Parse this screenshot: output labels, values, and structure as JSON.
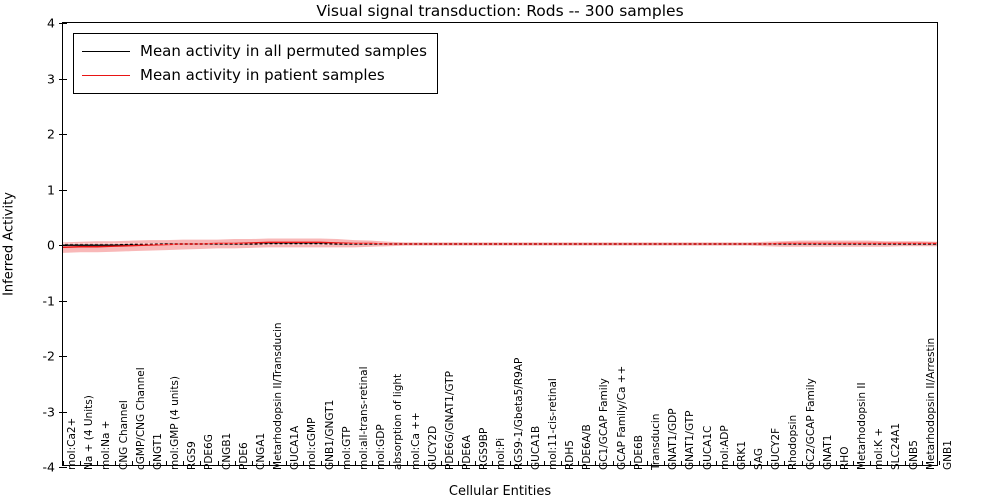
{
  "chart_data": {
    "type": "line",
    "title": "Visual signal transduction: Rods -- 300 samples",
    "xlabel": "Cellular Entities",
    "ylabel": "Inferred Activity",
    "ylim": [
      -4,
      4
    ],
    "yticks": [
      -4,
      -3,
      -2,
      -1,
      0,
      1,
      2,
      3,
      4
    ],
    "ytick_labels": [
      "-4",
      "-3",
      "-2",
      "-1",
      "0",
      "1",
      "2",
      "3",
      "4"
    ],
    "grid": false,
    "legend_position": "upper left",
    "legend": [
      {
        "label": "Mean activity in all permuted samples",
        "color": "#000000"
      },
      {
        "label": "Mean activity in patient samples",
        "color": "#e81414"
      }
    ],
    "categories": [
      "mol:Ca2+",
      "Na + (4 Units)",
      "mol:Na +",
      "CNG Channel",
      "cGMP/CNG Channel",
      "GNGT1",
      "mol:GMP (4 units)",
      "RGS9",
      "PDE6G",
      "CNGB1",
      "PDE6",
      "CNGA1",
      "Metarhodopsin II/Transducin",
      "GUCA1A",
      "mol:cGMP",
      "GNB1/GNGT1",
      "mol:GTP",
      "mol:all-trans-retinal",
      "mol:GDP",
      "absorption of light",
      "mol:Ca ++",
      "GUCY2D",
      "PDE6G/GNAT1/GTP",
      "PDE6A",
      "RGS9BP",
      "mol:Pi",
      "RGS9-1/Gbeta5/R9AP",
      "GUCA1B",
      "mol:11-cis-retinal",
      "RDH5",
      "PDE6A/B",
      "GC1/GCAP Family",
      "GCAP Family/Ca ++",
      "PDE6B",
      "Transducin",
      "GNAT1/GDP",
      "GNAT1/GTP",
      "GUCA1C",
      "mol:ADP",
      "GRK1",
      "SAG",
      "GUCY2F",
      "Rhodopsin",
      "GC2/GCAP Family",
      "GNAT1",
      "RHO",
      "Metarhodopsin II",
      "mol:K +",
      "SLC24A1",
      "GNB5",
      "Metarhodopsin II/Arrestin",
      "GNB1"
    ],
    "series": [
      {
        "name": "Mean activity in all permuted samples",
        "color": "#000000",
        "values": [
          -0.02,
          -0.02,
          -0.02,
          -0.02,
          -0.01,
          -0.01,
          0.0,
          0.0,
          0.0,
          0.0,
          0.0,
          0.0,
          0.01,
          0.01,
          0.01,
          0.01,
          0.0,
          0.0,
          0.0,
          0.0,
          0.0,
          0.0,
          0.0,
          0.0,
          0.0,
          0.0,
          0.0,
          0.0,
          0.0,
          0.0,
          0.0,
          0.0,
          0.0,
          0.0,
          0.0,
          0.0,
          0.0,
          0.0,
          0.0,
          0.0,
          0.0,
          0.0,
          0.0,
          0.0,
          0.0,
          0.0,
          0.0,
          0.0,
          0.0,
          0.0,
          0.0,
          0.0
        ]
      },
      {
        "name": "Mean activity in patient samples",
        "color": "#e81414",
        "values": [
          -0.06,
          -0.05,
          -0.05,
          -0.04,
          -0.03,
          -0.02,
          -0.01,
          0.0,
          0.0,
          0.01,
          0.01,
          0.02,
          0.03,
          0.03,
          0.03,
          0.03,
          0.02,
          0.01,
          0.01,
          0.0,
          0.0,
          0.0,
          0.0,
          0.0,
          0.0,
          0.0,
          0.0,
          0.0,
          0.0,
          0.0,
          0.0,
          0.0,
          0.0,
          0.0,
          0.0,
          0.0,
          0.0,
          0.0,
          0.0,
          0.0,
          0.0,
          0.0,
          0.01,
          0.01,
          0.01,
          0.01,
          0.01,
          0.01,
          0.01,
          0.01,
          0.01,
          0.01
        ],
        "band_upper": [
          0.03,
          0.04,
          0.05,
          0.05,
          0.06,
          0.07,
          0.07,
          0.08,
          0.08,
          0.08,
          0.09,
          0.09,
          0.1,
          0.1,
          0.1,
          0.1,
          0.09,
          0.07,
          0.06,
          0.04,
          0.03,
          0.03,
          0.03,
          0.03,
          0.03,
          0.03,
          0.03,
          0.03,
          0.03,
          0.03,
          0.03,
          0.03,
          0.03,
          0.03,
          0.03,
          0.03,
          0.03,
          0.03,
          0.03,
          0.03,
          0.03,
          0.04,
          0.05,
          0.06,
          0.06,
          0.06,
          0.06,
          0.06,
          0.05,
          0.05,
          0.05,
          0.04
        ],
        "band_lower": [
          -0.16,
          -0.15,
          -0.15,
          -0.14,
          -0.13,
          -0.12,
          -0.11,
          -0.1,
          -0.09,
          -0.08,
          -0.08,
          -0.07,
          -0.06,
          -0.06,
          -0.06,
          -0.06,
          -0.06,
          -0.06,
          -0.05,
          -0.04,
          -0.03,
          -0.03,
          -0.03,
          -0.03,
          -0.03,
          -0.03,
          -0.03,
          -0.03,
          -0.03,
          -0.03,
          -0.03,
          -0.03,
          -0.03,
          -0.03,
          -0.03,
          -0.03,
          -0.03,
          -0.03,
          -0.03,
          -0.03,
          -0.03,
          -0.04,
          -0.05,
          -0.05,
          -0.05,
          -0.05,
          -0.05,
          -0.05,
          -0.05,
          -0.04,
          -0.04,
          -0.04
        ]
      }
    ]
  }
}
